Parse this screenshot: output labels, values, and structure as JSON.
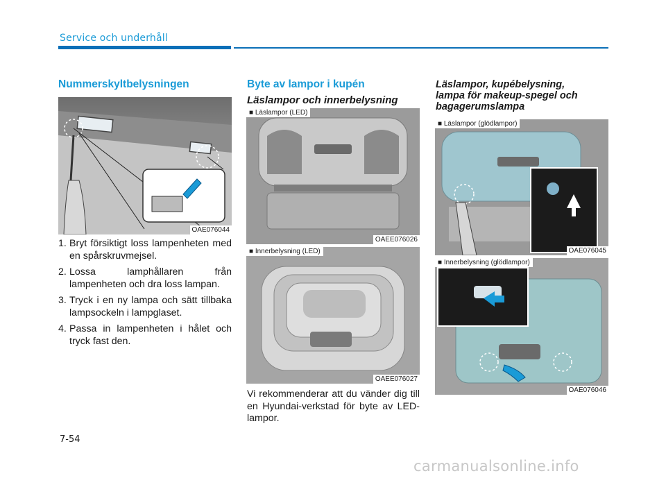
{
  "header": {
    "section": "Service och underhåll"
  },
  "col1": {
    "heading": "Nummerskyltbelysningen",
    "figure_code": "OAE076044",
    "steps": [
      {
        "num": "1.",
        "text": "Bryt försiktigt loss lampenheten med en spårskruvmejsel."
      },
      {
        "num": "2.",
        "text": "Lossa lamphållaren från lampenheten och dra loss lampan."
      },
      {
        "num": "3.",
        "text": "Tryck i en ny lampa och sätt tillbaka lampsockeln i lampglaset."
      },
      {
        "num": "4.",
        "text": "Passa in lampenheten i hålet och tryck fast den."
      }
    ]
  },
  "col2": {
    "heading": "Byte av lampor i kupén",
    "subheading": "Läslampor och innerbelysning",
    "fig1": {
      "tag": "■ Läslampor (LED)",
      "code": "OAEE076026"
    },
    "fig2": {
      "tag": "■ Innerbelysning (LED)",
      "code": "OAEE076027"
    },
    "note": "Vi rekommenderar att du vänder dig till en Hyundai-verkstad för byte av LED-lampor."
  },
  "col3": {
    "heading_line1": "Läslampor, kupébelysning,",
    "heading_line2": "lampa för makeup-spegel och",
    "heading_line3": "bagagerumslampa",
    "fig1": {
      "tag": "■ Läslampor (glödlampor)",
      "code": "OAE076045"
    },
    "fig2": {
      "tag": "■ Innerbelysning (glödlampor)",
      "code": "OAE076046"
    }
  },
  "footer": {
    "page": "7-54",
    "watermark": "carmanualsonline.info"
  },
  "colors": {
    "accent": "#1a9bd7",
    "rule": "#0b6fb8"
  }
}
